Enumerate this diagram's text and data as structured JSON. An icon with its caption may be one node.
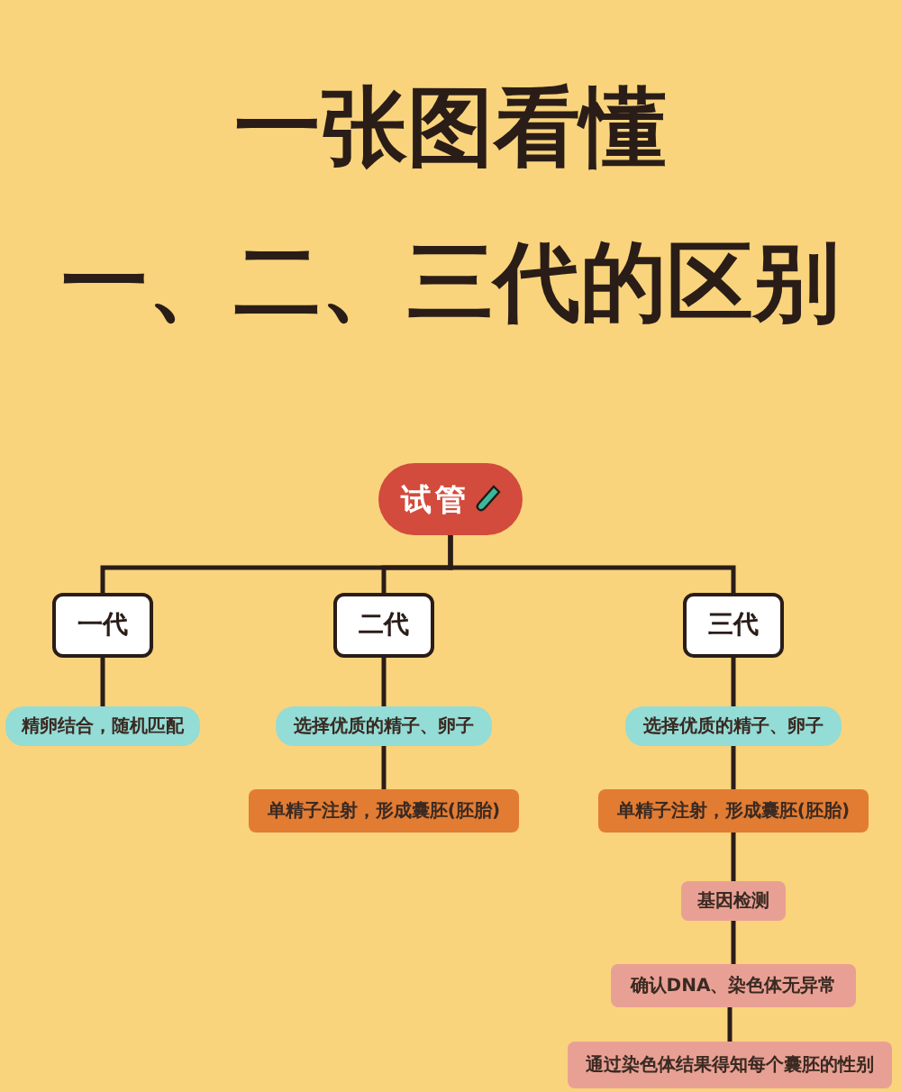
{
  "diagram": {
    "title": "一张图看懂一、二、三代的区别",
    "nodes": [
      {
        "text": [
          "试管"
        ]
      },
      {
        "text": [
          "一代"
        ]
      },
      {
        "text": [
          "二代"
        ]
      },
      {
        "text": [
          "三代"
        ]
      },
      {
        "text": [
          "精卵结合，随机匹配"
        ]
      },
      {
        "text": [
          "选择优质的精子、卵子"
        ]
      },
      {
        "text": [
          "单精子注射，形成囊胚(胚胎)"
        ]
      },
      {
        "text": [
          "选择优质的精子、卵子"
        ]
      },
      {
        "text": [
          "单精子注射，形成囊胚(胚胎)"
        ]
      },
      {
        "text": [
          "基因检测"
        ]
      },
      {
        "text": [
          "确认DNA、染色体无异常"
        ]
      },
      {
        "text": [
          "通过染色体结果得知每个囊胚的性别"
        ]
      }
    ],
    "edges": [
      {
        "from": 0,
        "to": 1,
        "arrow": "none"
      },
      {
        "from": 0,
        "to": 2,
        "arrow": "none"
      },
      {
        "from": 0,
        "to": 3,
        "arrow": "none"
      },
      {
        "from": 1,
        "to": 4,
        "arrow": "none"
      },
      {
        "from": 2,
        "to": 5,
        "arrow": "none"
      },
      {
        "from": 5,
        "to": 6,
        "arrow": "none"
      },
      {
        "from": 3,
        "to": 7,
        "arrow": "none"
      },
      {
        "from": 7,
        "to": 8,
        "arrow": "none"
      },
      {
        "from": 8,
        "to": 9,
        "arrow": "none"
      },
      {
        "from": 9,
        "to": 10,
        "arrow": "none"
      },
      {
        "from": 10,
        "to": 11,
        "arrow": "none"
      }
    ]
  }
}
